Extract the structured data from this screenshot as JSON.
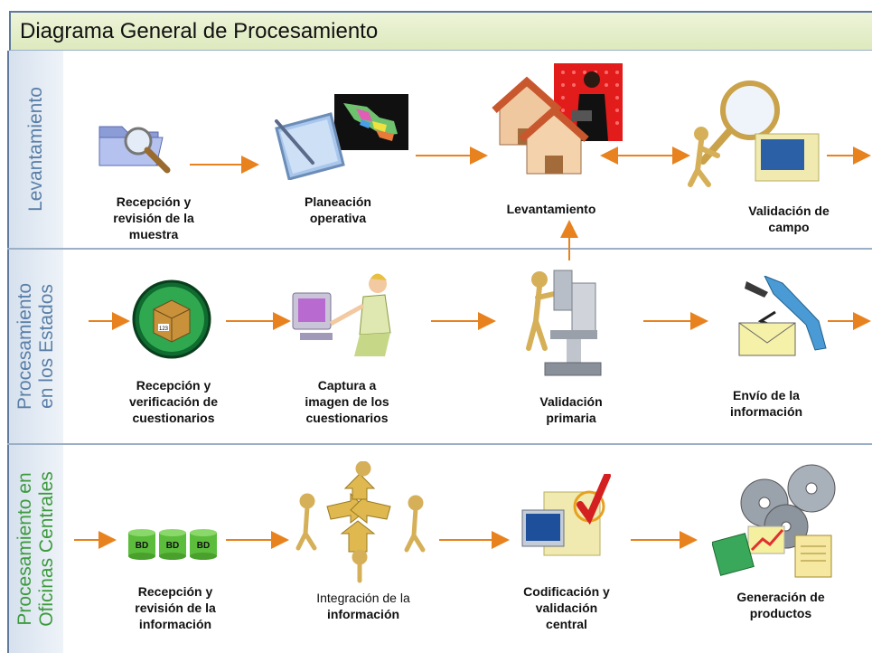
{
  "title": "Diagrama General de Procesamiento",
  "lanes": [
    {
      "lines": [
        "Levantamiento"
      ],
      "color": "#5a7fa8"
    },
    {
      "lines": [
        "Procesamiento",
        "en los Estados"
      ],
      "color": "#5a7fa8"
    },
    {
      "lines": [
        "Procesamiento en",
        "Oficinas Centrales"
      ],
      "color": "#3d9a3d"
    }
  ],
  "steps": {
    "recepcion_muestra": [
      "Recepción y",
      "revisión de la",
      "muestra"
    ],
    "planeacion": [
      "Planeación",
      "operativa"
    ],
    "levantamiento": [
      "Levantamiento"
    ],
    "validacion_campo": [
      "Validación de",
      "campo"
    ],
    "recepcion_cuestionarios": [
      "Recepción y",
      "verificación de",
      "cuestionarios"
    ],
    "captura": [
      "Captura a",
      "imagen de los",
      "cuestionarios"
    ],
    "validacion_primaria": [
      "Validación",
      "primaria"
    ],
    "envio": [
      "Envío de la",
      "información"
    ],
    "recepcion_informacion": [
      "Recepción y",
      "revisión de la",
      "información"
    ],
    "integracion": [
      "Integración de la",
      "información"
    ],
    "codificacion": [
      "Codificación y",
      "validación",
      "central"
    ],
    "generacion": [
      "Generación de",
      "productos"
    ]
  },
  "db_label": "BD",
  "box_label": "123",
  "colors": {
    "arrow": "#e8821e",
    "lane_text": "#5a7fa8",
    "lane3_text": "#3d9a3d"
  }
}
